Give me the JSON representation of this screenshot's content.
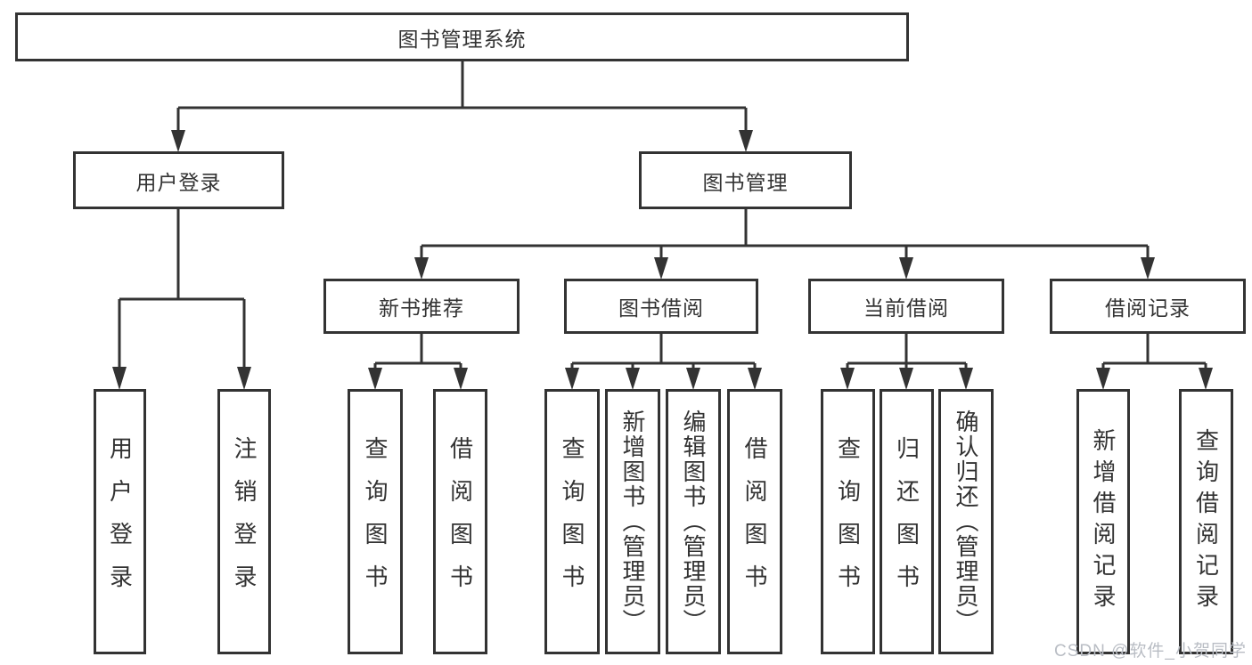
{
  "diagram": {
    "root": {
      "label": "图书管理系统"
    },
    "branches": [
      {
        "label": "用户登录",
        "children": [
          {
            "label": "用户登录"
          },
          {
            "label": "注销登录"
          }
        ]
      },
      {
        "label": "图书管理",
        "children": [
          {
            "label": "新书推荐",
            "children": [
              {
                "label": "查询图书"
              },
              {
                "label": "借阅图书"
              }
            ]
          },
          {
            "label": "图书借阅",
            "children": [
              {
                "label": "查询图书"
              },
              {
                "label": "新增图书（管理员）"
              },
              {
                "label": "编辑图书（管理员）"
              },
              {
                "label": "借阅图书"
              }
            ]
          },
          {
            "label": "当前借阅",
            "children": [
              {
                "label": "查询图书"
              },
              {
                "label": "归还图书"
              },
              {
                "label": "确认归还（管理员）"
              }
            ]
          },
          {
            "label": "借阅记录",
            "children": [
              {
                "label": "新增借阅记录"
              },
              {
                "label": "查询借阅记录"
              }
            ]
          }
        ]
      }
    ]
  },
  "watermark": {
    "text": "CSDN @软件_小贺同学"
  },
  "colors": {
    "line": "#333333",
    "text": "#333333",
    "background": "#ffffff",
    "watermark": "#b9bdc4"
  }
}
